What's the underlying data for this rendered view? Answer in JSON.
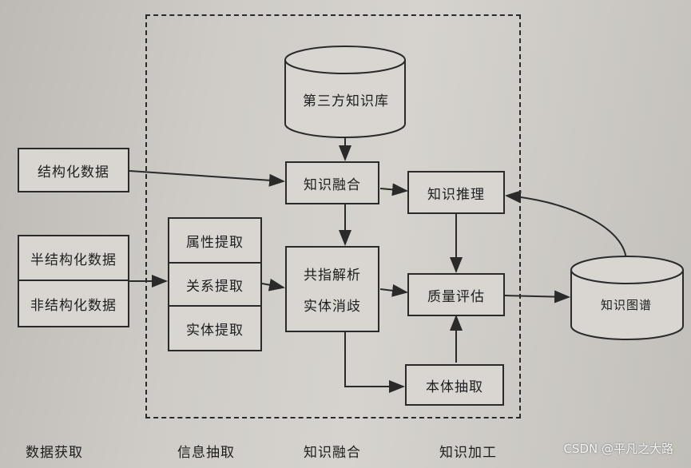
{
  "diagram": {
    "third_party_kb": "第三方知识库",
    "structured_data": "结构化数据",
    "semi_structured_data": "半结构化数据",
    "unstructured_data": "非结构化数据",
    "attribute_extraction": "属性提取",
    "relation_extraction": "关系提取",
    "entity_extraction": "实体提取",
    "knowledge_fusion_box": "知识融合",
    "coreference_line1": "共指解析",
    "coreference_line2": "实体消歧",
    "knowledge_reasoning": "知识推理",
    "quality_assessment": "质量评估",
    "ontology_extraction": "本体抽取",
    "knowledge_graph": "知识图谱"
  },
  "footer_labels": {
    "data_acquisition": "数据获取",
    "information_extraction": "信息抽取",
    "knowledge_fusion": "知识融合",
    "knowledge_processing": "知识加工"
  },
  "watermark": "CSDN @平凡之大路"
}
